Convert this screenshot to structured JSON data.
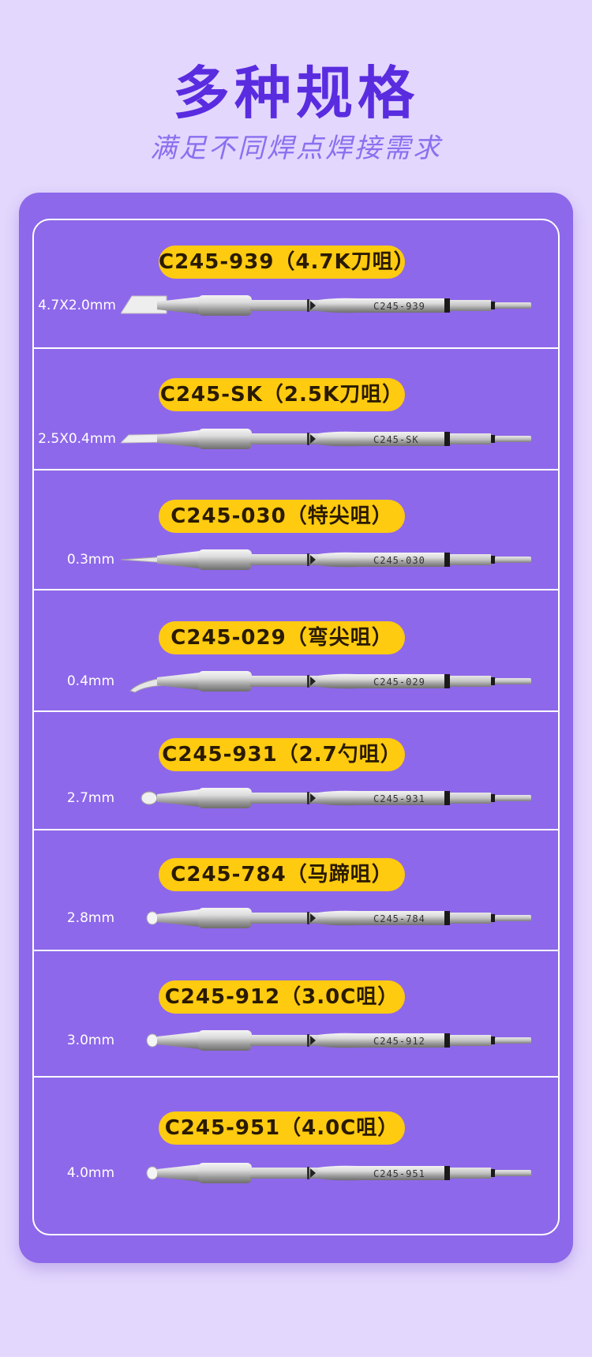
{
  "header": {
    "title": "多种规格",
    "subtitle": "满足不同焊点焊接需求"
  },
  "tips": [
    {
      "name": "C245-939（4.7K刀咀）",
      "code": "C245-939",
      "size": "4.7X2.0mm",
      "shape": "knife-wide"
    },
    {
      "name": "C245-SK（2.5K刀咀）",
      "code": "C245-SK",
      "size": "2.5X0.4mm",
      "shape": "knife-narrow"
    },
    {
      "name": "C245-030（特尖咀）",
      "code": "C245-030",
      "size": "0.3mm",
      "shape": "fine-point"
    },
    {
      "name": "C245-029（弯尖咀）",
      "code": "C245-029",
      "size": "0.4mm",
      "shape": "bent-point"
    },
    {
      "name": "C245-931（2.7勺咀）",
      "code": "C245-931",
      "size": "2.7mm",
      "shape": "spoon"
    },
    {
      "name": "C245-784（马蹄咀）",
      "code": "C245-784",
      "size": "2.8mm",
      "shape": "bevel"
    },
    {
      "name": "C245-912（3.0C咀）",
      "code": "C245-912",
      "size": "3.0mm",
      "shape": "bevel-c"
    },
    {
      "name": "C245-951（4.0C咀）",
      "code": "C245-951",
      "size": "4.0mm",
      "shape": "bevel-c-large"
    }
  ],
  "colors": {
    "background": "#e3d7fd",
    "panel": "#8e68ea",
    "pill": "#fecb10",
    "title": "#5a2ce0",
    "subtitle": "#8b6ff0"
  }
}
